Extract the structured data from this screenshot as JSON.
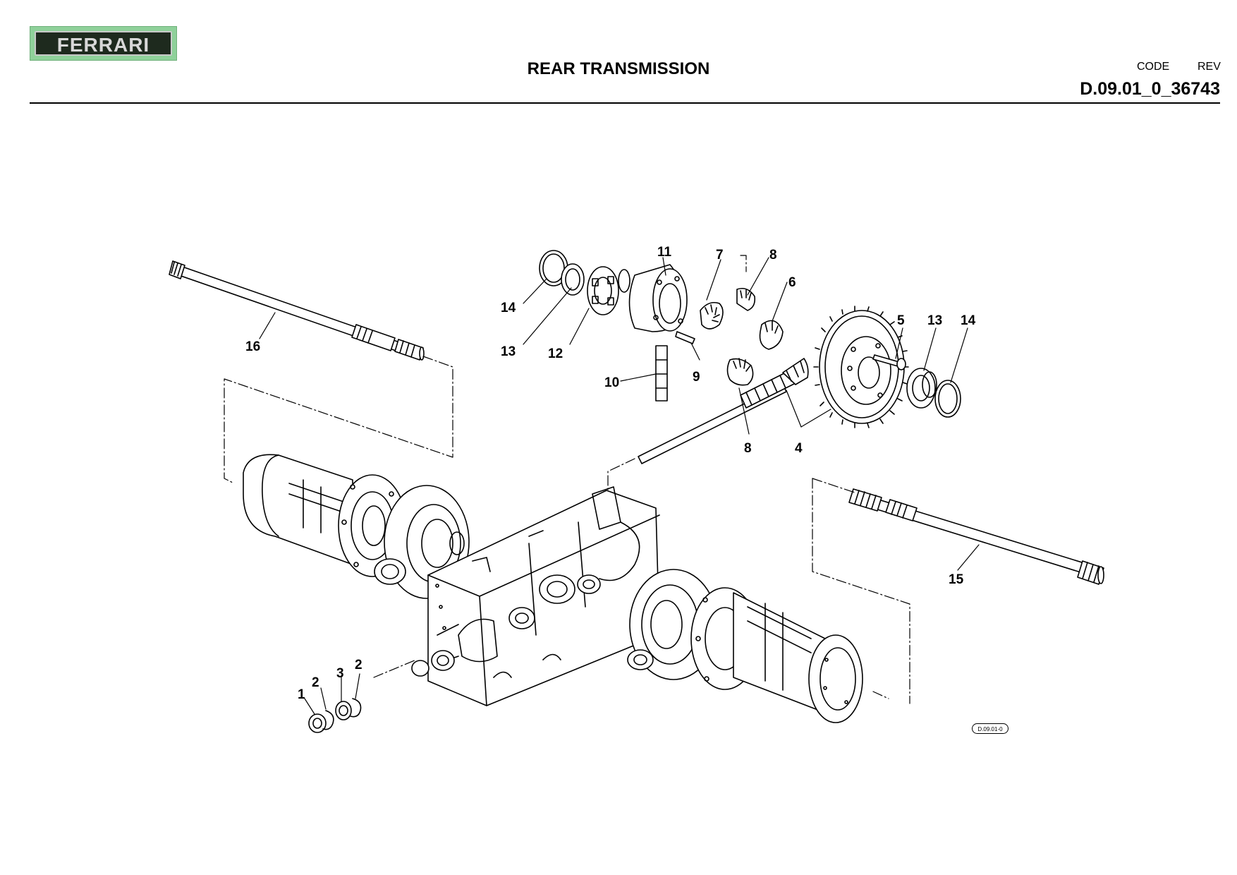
{
  "header": {
    "logo_text": "FERRARI",
    "title": "REAR TRANSMISSION",
    "code_label": "CODE",
    "rev_label": "REV",
    "code_value": "D.09.01_0_36743"
  },
  "diagram": {
    "reference_label": "D.09.01-0",
    "callouts": [
      {
        "id": "c1",
        "text": "1"
      },
      {
        "id": "c2a",
        "text": "2"
      },
      {
        "id": "c3",
        "text": "3"
      },
      {
        "id": "c2b",
        "text": "2"
      },
      {
        "id": "c4",
        "text": "4"
      },
      {
        "id": "c5",
        "text": "5"
      },
      {
        "id": "c6",
        "text": "6"
      },
      {
        "id": "c7",
        "text": "7"
      },
      {
        "id": "c8a",
        "text": "8"
      },
      {
        "id": "c8b",
        "text": "8"
      },
      {
        "id": "c9",
        "text": "9"
      },
      {
        "id": "c10",
        "text": "10"
      },
      {
        "id": "c11",
        "text": "11"
      },
      {
        "id": "c12",
        "text": "12"
      },
      {
        "id": "c13a",
        "text": "13"
      },
      {
        "id": "c13b",
        "text": "13"
      },
      {
        "id": "c14a",
        "text": "14"
      },
      {
        "id": "c14b",
        "text": "14"
      },
      {
        "id": "c15",
        "text": "15"
      },
      {
        "id": "c16",
        "text": "16"
      }
    ]
  },
  "colors": {
    "logo_bg": "#8fd19a",
    "line": "#000000"
  }
}
